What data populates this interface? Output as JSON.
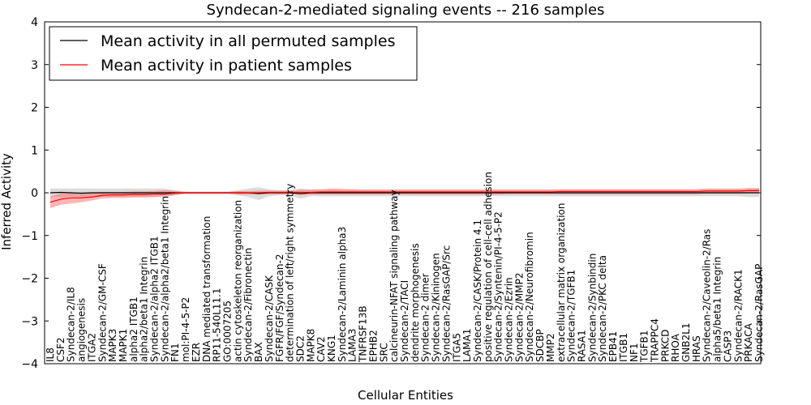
{
  "chart_data": {
    "type": "line",
    "title": "Syndecan-2-mediated signaling events -- 216 samples",
    "xlabel": "Cellular Entities",
    "ylabel": "Inferred Activity",
    "ylim": [
      -4,
      4
    ],
    "yticks": [
      -4,
      -3,
      -2,
      -1,
      0,
      1,
      2,
      3,
      4
    ],
    "grid": false,
    "legend_position": "top-left",
    "colors": {
      "permuted": "#000000",
      "patient": "#ff0000",
      "permuted_band": "#b0b0b0",
      "patient_band": "#ff5a5a"
    },
    "categories": [
      "IL8",
      "CSF2",
      "Syndecan-2/IL8",
      "angiogenesis",
      "ITGA2",
      "Syndecan-2/GM-CSF",
      "MAPK3",
      "MAPK1",
      "alpha2 ITGB1",
      "alpha2/beta1 Integrin",
      "Syndecan-2/alpha2 ITGB1",
      "Syndecan-2/alpha2/beta1 Integrin",
      "FN1",
      "mol:PI-4-5-P2",
      "EZR",
      "DNA mediated transformation",
      "RP11-540L11.1",
      "GO:0007205",
      "actin cytoskeleton reorganization",
      "Syndecan-2/Fibronectin",
      "BAX",
      "Syndecan-2/CASK",
      "FGFR/FGF/Syndecan-2",
      "determination of left/right symmetry",
      "SDC2",
      "MAPK8",
      "CAV2",
      "KNG1",
      "Syndecan-2/Laminin alpha3",
      "LAMA3",
      "TNFRSF13B",
      "EPHB2",
      "SRC",
      "calcineurin-NFAT signaling pathway",
      "Syndecan-2/TACI",
      "dendrite morphogenesis",
      "Syndecan-2 dimer",
      "Syndecan-2/Kininogen",
      "Syndecan-2/RasGAP/Src",
      "ITGA5",
      "LAMA1",
      "Syndecan-2/CASK/Protein 4.1",
      "positive regulation of cell-cell adhesion",
      "Syndecan-2/Syntenin/PI-4-5-P2",
      "Syndecan-2/Ezrin",
      "Syndecan-2/MMP2",
      "Syndecan-2/Neurofibromin",
      "SDCBP",
      "MMP2",
      "extracellular matrix organization",
      "Syndecan-2/TGFB1",
      "RASA1",
      "Syndecan-2/Synbindin",
      "Syndecan-2/PKC delta",
      "EPB41",
      "ITGB1",
      "NF1",
      "TGFB1",
      "TRAPPC4",
      "PRKCD",
      "RHOA",
      "GNB2L1",
      "HRAS",
      "Syndecan-2/Caveolin-2/Ras",
      "alpha5/beta1 Integrin",
      "CASP3",
      "Syndecan-2/RACK1",
      "PRKACA",
      "Syndecan-2/RasGAP"
    ],
    "series": [
      {
        "name": "Mean activity in all permuted samples",
        "values": [
          0.0,
          0.01,
          0.0,
          -0.01,
          0.0,
          0.0,
          0.0,
          0.0,
          0.0,
          0.0,
          0.0,
          0.0,
          0.0,
          0.0,
          0.0,
          0.0,
          0.0,
          0.0,
          0.0,
          0.0,
          -0.02,
          0.0,
          0.0,
          0.0,
          -0.02,
          0.0,
          0.0,
          0.0,
          0.0,
          0.0,
          0.0,
          0.0,
          0.0,
          0.0,
          0.0,
          0.0,
          0.0,
          0.0,
          0.0,
          0.0,
          0.0,
          0.0,
          0.0,
          0.0,
          0.0,
          0.0,
          0.0,
          0.0,
          0.0,
          0.0,
          0.0,
          0.0,
          0.0,
          0.0,
          0.0,
          0.0,
          0.0,
          0.0,
          0.0,
          0.0,
          0.0,
          0.0,
          0.0,
          0.0,
          0.0,
          0.0,
          0.0,
          0.0,
          0.0
        ],
        "lower": [
          -0.1,
          -0.1,
          -0.1,
          -0.1,
          -0.1,
          -0.1,
          -0.1,
          -0.1,
          -0.1,
          -0.1,
          -0.1,
          -0.1,
          -0.06,
          -0.03,
          -0.03,
          -0.03,
          -0.03,
          -0.03,
          -0.06,
          -0.1,
          -0.17,
          -0.08,
          -0.06,
          -0.06,
          -0.14,
          -0.08,
          -0.08,
          -0.08,
          -0.08,
          -0.08,
          -0.08,
          -0.08,
          -0.08,
          -0.08,
          -0.08,
          -0.08,
          -0.08,
          -0.08,
          -0.08,
          -0.08,
          -0.08,
          -0.08,
          -0.08,
          -0.08,
          -0.08,
          -0.08,
          -0.08,
          -0.08,
          -0.08,
          -0.08,
          -0.08,
          -0.08,
          -0.08,
          -0.08,
          -0.08,
          -0.08,
          -0.08,
          -0.08,
          -0.08,
          -0.08,
          -0.08,
          -0.08,
          -0.08,
          -0.08,
          -0.08,
          -0.08,
          -0.08,
          -0.1,
          -0.1
        ],
        "upper": [
          0.1,
          0.1,
          0.1,
          0.1,
          0.1,
          0.1,
          0.1,
          0.1,
          0.1,
          0.1,
          0.1,
          0.1,
          0.06,
          0.03,
          0.03,
          0.03,
          0.03,
          0.03,
          0.06,
          0.1,
          0.13,
          0.08,
          0.06,
          0.06,
          0.1,
          0.08,
          0.08,
          0.08,
          0.08,
          0.08,
          0.08,
          0.08,
          0.08,
          0.08,
          0.08,
          0.08,
          0.08,
          0.08,
          0.08,
          0.08,
          0.08,
          0.08,
          0.08,
          0.08,
          0.08,
          0.08,
          0.08,
          0.08,
          0.08,
          0.08,
          0.08,
          0.08,
          0.08,
          0.08,
          0.08,
          0.08,
          0.08,
          0.08,
          0.08,
          0.08,
          0.08,
          0.08,
          0.08,
          0.08,
          0.08,
          0.08,
          0.08,
          0.1,
          0.1
        ]
      },
      {
        "name": "Mean activity in patient samples",
        "values": [
          -0.22,
          -0.15,
          -0.12,
          -0.12,
          -0.1,
          -0.06,
          -0.05,
          -0.05,
          -0.04,
          -0.04,
          -0.03,
          -0.03,
          -0.01,
          0.0,
          0.0,
          0.0,
          0.0,
          0.0,
          0.0,
          0.0,
          0.0,
          0.01,
          0.01,
          0.01,
          0.01,
          0.01,
          0.02,
          0.02,
          0.02,
          0.02,
          0.02,
          0.02,
          0.02,
          0.02,
          0.02,
          0.02,
          0.02,
          0.02,
          0.02,
          0.02,
          0.02,
          0.02,
          0.02,
          0.02,
          0.02,
          0.02,
          0.02,
          0.02,
          0.02,
          0.03,
          0.03,
          0.03,
          0.03,
          0.03,
          0.03,
          0.03,
          0.03,
          0.03,
          0.03,
          0.03,
          0.03,
          0.03,
          0.03,
          0.04,
          0.04,
          0.04,
          0.04,
          0.05,
          0.05
        ],
        "lower": [
          -0.36,
          -0.28,
          -0.25,
          -0.22,
          -0.18,
          -0.13,
          -0.12,
          -0.12,
          -0.11,
          -0.11,
          -0.1,
          -0.08,
          -0.05,
          -0.02,
          -0.02,
          -0.02,
          -0.02,
          -0.02,
          -0.04,
          -0.04,
          -0.03,
          -0.03,
          -0.03,
          -0.03,
          -0.05,
          -0.04,
          -0.04,
          -0.04,
          -0.04,
          -0.04,
          -0.04,
          -0.04,
          -0.04,
          -0.04,
          -0.04,
          -0.04,
          -0.04,
          -0.04,
          -0.04,
          -0.04,
          -0.04,
          -0.04,
          -0.04,
          -0.04,
          -0.03,
          -0.03,
          -0.03,
          -0.03,
          -0.03,
          -0.03,
          -0.03,
          -0.03,
          -0.03,
          -0.03,
          -0.03,
          -0.03,
          -0.03,
          -0.03,
          -0.03,
          -0.03,
          -0.03,
          -0.03,
          -0.03,
          -0.02,
          -0.02,
          -0.02,
          -0.02,
          -0.01,
          -0.01
        ],
        "upper": [
          -0.08,
          -0.02,
          0.0,
          0.0,
          0.0,
          0.02,
          0.02,
          0.02,
          0.03,
          0.03,
          0.04,
          0.06,
          0.04,
          0.02,
          0.02,
          0.02,
          0.02,
          0.02,
          0.04,
          0.04,
          0.05,
          0.05,
          0.05,
          0.05,
          0.07,
          0.07,
          0.08,
          0.1,
          0.09,
          0.08,
          0.07,
          0.07,
          0.07,
          0.07,
          0.07,
          0.07,
          0.07,
          0.07,
          0.07,
          0.07,
          0.07,
          0.07,
          0.07,
          0.07,
          0.07,
          0.07,
          0.07,
          0.07,
          0.07,
          0.08,
          0.08,
          0.08,
          0.08,
          0.08,
          0.08,
          0.08,
          0.08,
          0.08,
          0.08,
          0.08,
          0.08,
          0.08,
          0.08,
          0.1,
          0.1,
          0.1,
          0.1,
          0.11,
          0.11
        ]
      }
    ]
  }
}
